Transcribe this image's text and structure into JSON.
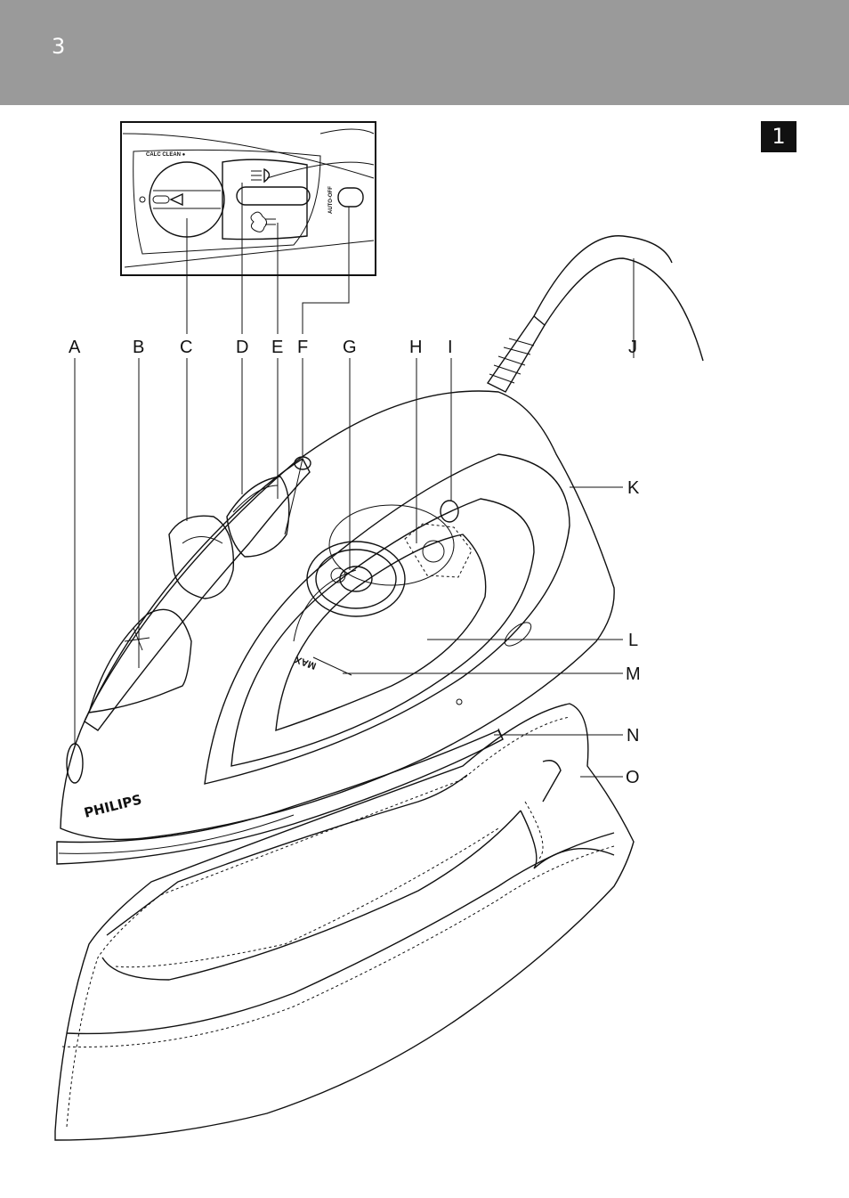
{
  "header": {
    "page_number": "3",
    "color": "#9a9a9a"
  },
  "figure": {
    "number": "1"
  },
  "labels": [
    "A",
    "B",
    "C",
    "D",
    "E",
    "F",
    "G",
    "H",
    "I",
    "J",
    "K",
    "L",
    "M",
    "N",
    "O"
  ],
  "inset": {
    "calc_clean": "CALC CLEAN ●",
    "auto_off": "AUTO-OFF"
  },
  "iron": {
    "brand": "PHILIPS",
    "max_mark": "MAX"
  }
}
